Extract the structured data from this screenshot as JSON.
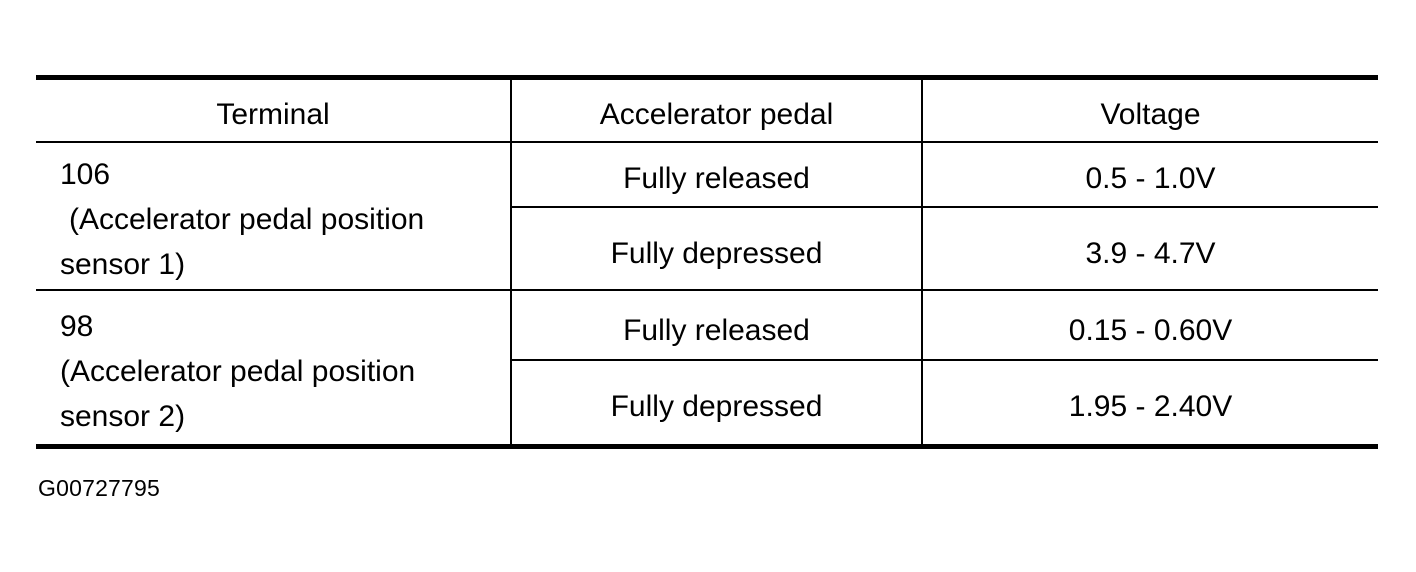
{
  "figure": {
    "caption": "G00727795"
  },
  "table": {
    "headers": {
      "terminal": "Terminal",
      "pedal": "Accelerator pedal",
      "voltage": "Voltage"
    },
    "rows": [
      {
        "terminal_lines": [
          "106",
          "(Accelerator pedal position",
          "sensor 1)"
        ],
        "measurements": [
          {
            "pedal": "Fully released",
            "voltage": "0.5 - 1.0V"
          },
          {
            "pedal": "Fully depressed",
            "voltage": "3.9 - 4.7V"
          }
        ]
      },
      {
        "terminal_lines": [
          "98",
          "(Accelerator pedal position",
          "sensor 2)"
        ],
        "measurements": [
          {
            "pedal": "Fully released",
            "voltage": "0.15 - 0.60V"
          },
          {
            "pedal": "Fully depressed",
            "voltage": "1.95 - 2.40V"
          }
        ]
      }
    ]
  },
  "colors": {
    "ink": "#000000",
    "paper": "#ffffff"
  }
}
